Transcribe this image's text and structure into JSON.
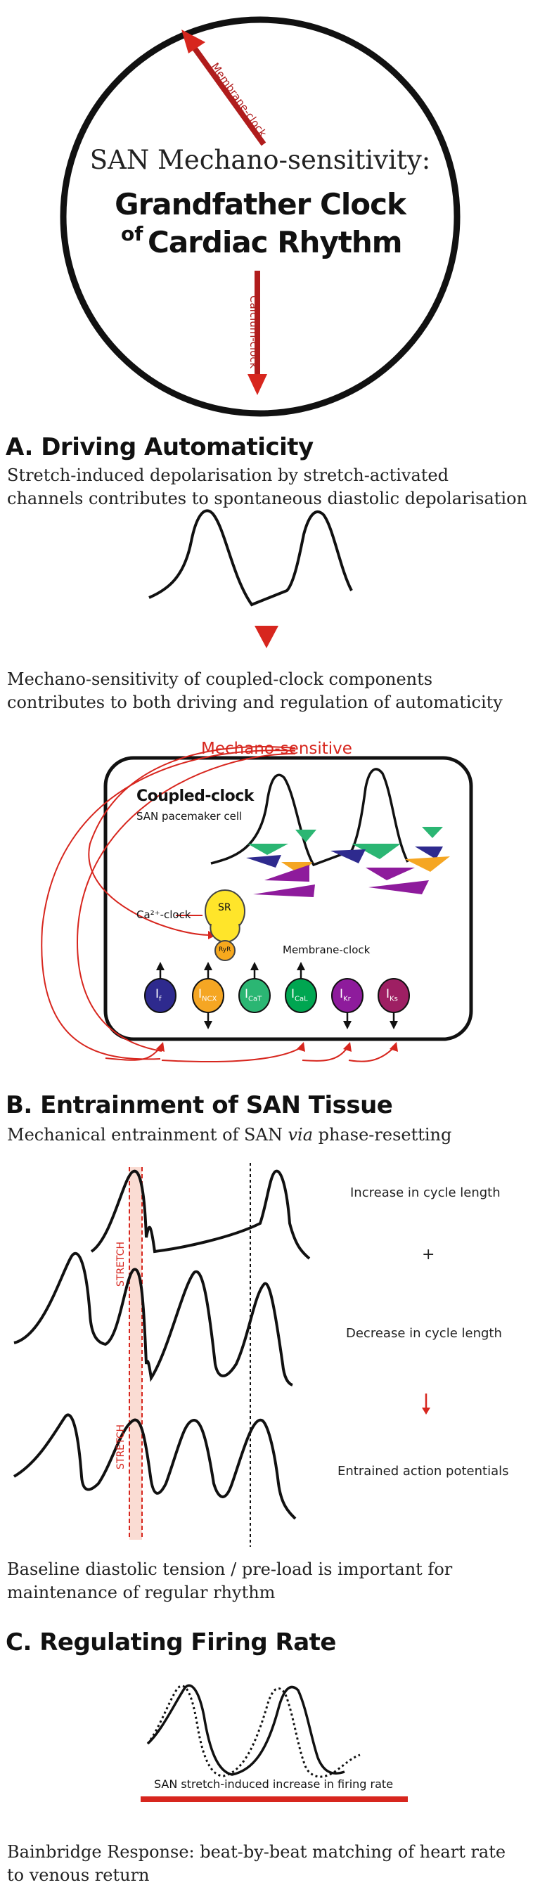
{
  "clock": {
    "title_line1": "SAN Mechano-sensitivity:",
    "title_line2": "Grandfather Clock",
    "title_line3_of": "of",
    "title_line3": "Cardiac Rhythm",
    "hand_membrane": "Membrane-clock",
    "hand_calcium": "Calcium-clock"
  },
  "section_a": {
    "heading": "A. Driving Automaticity",
    "text1": "Stretch-induced depolarisation by stretch-activated channels contributes to spontaneous diastolic depolarisation",
    "text2": "Mechano-sensitivity of coupled-clock components contributes to both driving and regulation of automaticity",
    "mechano_label": "Mechano-sensitive",
    "cell_title": "Coupled-clock",
    "cell_subtitle": "SAN pacemaker cell",
    "ca_clock": "Ca²⁺-clock",
    "sr": "SR",
    "ryr": "RyR",
    "membrane_clock": "Membrane-clock",
    "channels": [
      {
        "main": "I",
        "sub": "f",
        "color": "#2e2a8e"
      },
      {
        "main": "I",
        "sub": "NCX",
        "color": "#f5a623"
      },
      {
        "main": "I",
        "sub": "CaT",
        "color": "#2bb673"
      },
      {
        "main": "I",
        "sub": "CaL",
        "color": "#00a651"
      },
      {
        "main": "I",
        "sub": "Kr",
        "color": "#8e1b9c"
      },
      {
        "main": "I",
        "sub": "Ks",
        "color": "#9e1f63"
      }
    ]
  },
  "section_b": {
    "heading": "B. Entrainment of SAN Tissue",
    "text1_pre": "Mechanical entrainment of SAN ",
    "text1_em": "via",
    "text1_post": " phase-resetting",
    "row1_label": "Increase in cycle length",
    "plus": "+",
    "row2_label": "Decrease in cycle length",
    "row3_label": "Entrained action potentials",
    "stretch1": "STRETCH",
    "stretch2": "STRETCH",
    "text2": "Baseline diastolic tension / pre-load is important for maintenance of regular rhythm"
  },
  "section_c": {
    "heading": "C. Regulating Firing Rate",
    "bar_label": "SAN stretch-induced increase in firing rate",
    "text1": "Bainbridge Response: beat-by-beat matching of heart rate to venous return"
  },
  "colors": {
    "red": "#d7261e",
    "dark_red": "#b01c1c",
    "black": "#111111"
  }
}
